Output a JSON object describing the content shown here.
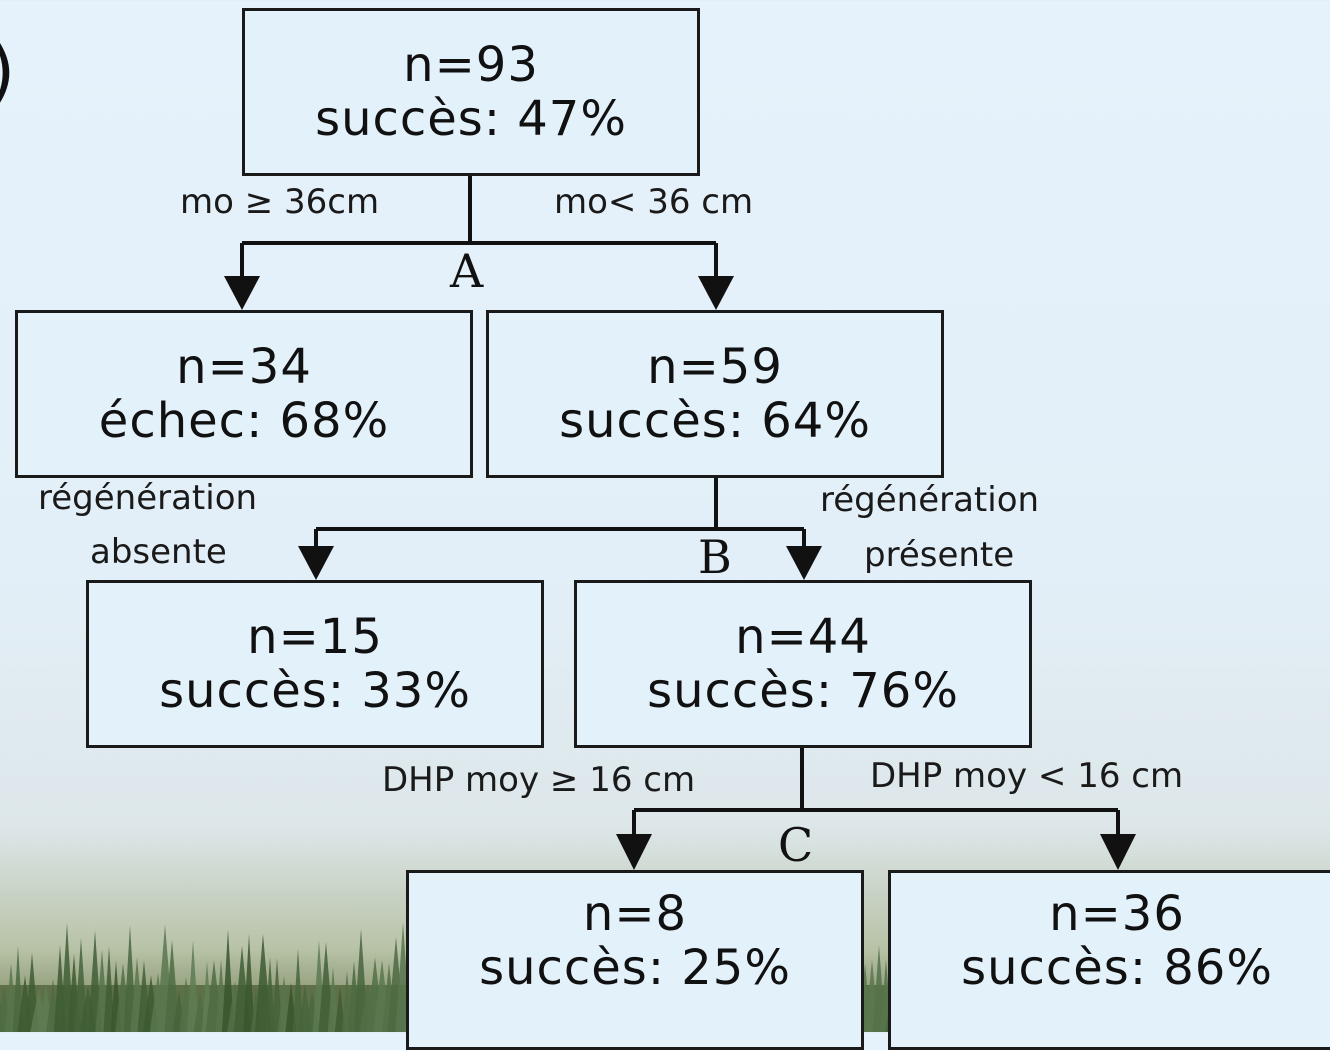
{
  "nodes": {
    "root": {
      "n": "n=93",
      "stat": "succès: 47%"
    },
    "left1": {
      "n": "n=34",
      "stat": "échec: 68%"
    },
    "right1": {
      "n": "n=59",
      "stat": "succès: 64%"
    },
    "left2": {
      "n": "n=15",
      "stat": "succès: 33%"
    },
    "right2": {
      "n": "n=44",
      "stat": "succès: 76%"
    },
    "left3": {
      "n": "n=8",
      "stat": "succès: 25%"
    },
    "right3": {
      "n": "n=36",
      "stat": "succès: 86%"
    }
  },
  "splits": {
    "A": {
      "label": "A",
      "left_condition": "mo ≥ 36cm",
      "right_condition": "mo< 36 cm"
    },
    "B": {
      "label": "B",
      "left_condition_line1": "régénération",
      "left_condition_line2": "absente",
      "right_condition_line1": "régénération",
      "right_condition_line2": "présente"
    },
    "C": {
      "label": "C",
      "left_condition": "DHP moy ≥ 16 cm",
      "right_condition": "DHP moy < 16 cm"
    }
  },
  "panel_mark": ")"
}
